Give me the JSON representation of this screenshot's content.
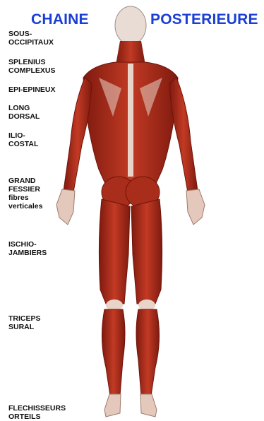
{
  "title": {
    "left": "CHAINE",
    "right": "POSTERIEURE"
  },
  "labels": [
    {
      "id": "sous-occipitaux",
      "lines": [
        "SOUS-",
        "OCCIPITAUX"
      ]
    },
    {
      "id": "splenius-complexus",
      "lines": [
        "SPLENIUS",
        "COMPLEXUS"
      ]
    },
    {
      "id": "epi-epineux",
      "lines": [
        "EPI-EPINEUX"
      ]
    },
    {
      "id": "long-dorsal",
      "lines": [
        "LONG",
        "DORSAL"
      ]
    },
    {
      "id": "ilio-costal",
      "lines": [
        "ILIO-",
        "COSTAL"
      ]
    },
    {
      "id": "grand-fessier",
      "lines": [
        "GRAND",
        "FESSIER",
        "fibres",
        "verticales"
      ]
    },
    {
      "id": "ischio-jambiers",
      "lines": [
        "ISCHIO-",
        "JAMBIERS"
      ]
    },
    {
      "id": "triceps-sural",
      "lines": [
        "TRICEPS",
        "SURAL"
      ]
    },
    {
      "id": "flechisseurs-orteils",
      "lines": [
        "FLECHISSEURS",
        "ORTEILS"
      ]
    }
  ],
  "colors": {
    "title": "#1a3fd6",
    "muscle": "#b8321f",
    "muscle_dark": "#8a1f12",
    "tendon": "#e8d4c8"
  }
}
